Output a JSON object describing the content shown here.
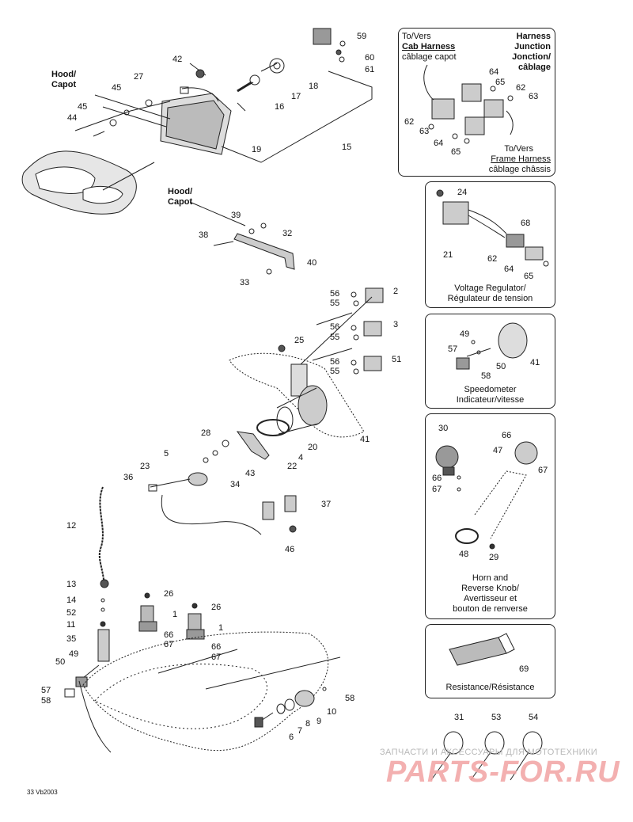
{
  "diagram": {
    "callouts": {
      "c59": "59",
      "c60": "60",
      "c61": "61",
      "c42": "42",
      "c27": "27",
      "c45a": "45",
      "c45b": "45",
      "c44": "44",
      "c18": "18",
      "c17": "17",
      "c16": "16",
      "c19": "19",
      "c15": "15",
      "c39": "39",
      "c32": "32",
      "c38": "38",
      "c40": "40",
      "c33": "33",
      "c56a": "56",
      "c55a": "55",
      "c2": "2",
      "c56b": "56",
      "c55b": "55",
      "c3": "3",
      "c25": "25",
      "c56c": "56",
      "c55c": "55",
      "c51": "51",
      "c41": "41",
      "c28": "28",
      "c4": "4",
      "c20": "20",
      "c5": "5",
      "c43": "43",
      "c22": "22",
      "c23": "23",
      "c36": "36",
      "c34": "34",
      "c37": "37",
      "c46": "46",
      "c12": "12",
      "c13": "13",
      "c14": "14",
      "c52": "52",
      "c11": "11",
      "c35": "35",
      "c49": "49",
      "c50": "50",
      "c57": "57",
      "c58a": "58",
      "c26a": "26",
      "c1a": "1",
      "c66a": "66",
      "c67a": "67",
      "c26b": "26",
      "c1b": "1",
      "c66b": "66",
      "c67b": "67",
      "c58b": "58",
      "c10": "10",
      "c9": "9",
      "c8": "8",
      "c7": "7",
      "c6": "6",
      "b1_64a": "64",
      "b1_65a": "65",
      "b1_62a": "62",
      "b1_63a": "63",
      "b1_62b": "62",
      "b1_63b": "63",
      "b1_64b": "64",
      "b1_65b": "65",
      "b2_24": "24",
      "b2_68": "68",
      "b2_21": "21",
      "b2_62": "62",
      "b2_64": "64",
      "b2_65": "65",
      "b3_49": "49",
      "b3_57": "57",
      "b3_58": "58",
      "b3_50": "50",
      "b3_41": "41",
      "b4_30": "30",
      "b4_66a": "66",
      "b4_47": "47",
      "b4_67a": "67",
      "b4_66b": "66",
      "b4_67b": "67",
      "b4_48": "48",
      "b4_29": "29",
      "b5_69": "69",
      "clip31": "31",
      "clip53": "53",
      "clip54": "54"
    },
    "labels": {
      "hood1_en": "Hood/",
      "hood1_fr": "Capot",
      "hood2_en": "Hood/",
      "hood2_fr": "Capot",
      "cab_to": "To/Vers",
      "cab_en": "Cab Harness",
      "cab_fr": "câblage capot",
      "junc1": "Harness",
      "junc2": "Junction",
      "junc3": "Jonction/",
      "junc4": "câblage",
      "frame_to": "To/Vers",
      "frame_en": "Frame Harness",
      "frame_fr": "câblage châssis",
      "volt_en": "Voltage Regulator/",
      "volt_fr": "Régulateur de tension",
      "speed_en": "Speedometer",
      "speed_fr": "Indicateur/vitesse",
      "horn1": "Horn and",
      "horn2": "Reverse Knob/",
      "horn3": "Avertisseur et",
      "horn4": "bouton de renverse",
      "resist": "Resistance/Résistance"
    },
    "watermark": {
      "line1": "ЗАПЧАСТИ И АКСЕССУАРЫ ДЛЯ МОТОТЕХНИКИ",
      "line2": "PARTS-FOR.RU"
    },
    "drawing_code": "33 Vb2003"
  }
}
